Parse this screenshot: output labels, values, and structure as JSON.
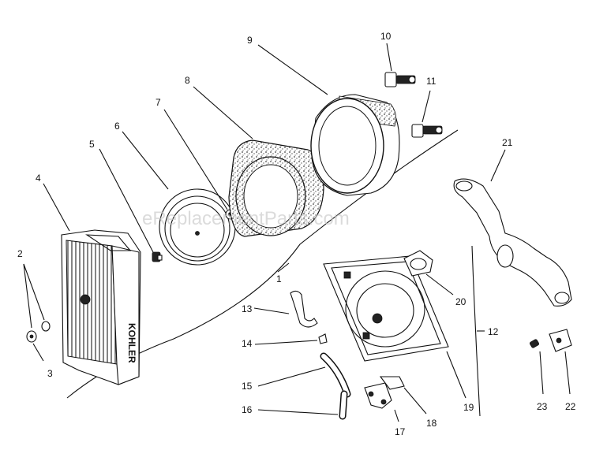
{
  "watermark": "eReplacementParts.com",
  "labels": {
    "l1": "1",
    "l2": "2",
    "l3": "3",
    "l4": "4",
    "l5": "5",
    "l6": "6",
    "l7": "7",
    "l8": "8",
    "l9": "9",
    "l10": "10",
    "l11": "11",
    "l12": "12",
    "l13": "13",
    "l14": "14",
    "l15": "15",
    "l16": "16",
    "l17": "17",
    "l18": "18",
    "l19": "19",
    "l20": "20",
    "l21": "21",
    "l22": "22",
    "l23": "23"
  },
  "cover_brand": "KOHLER"
}
